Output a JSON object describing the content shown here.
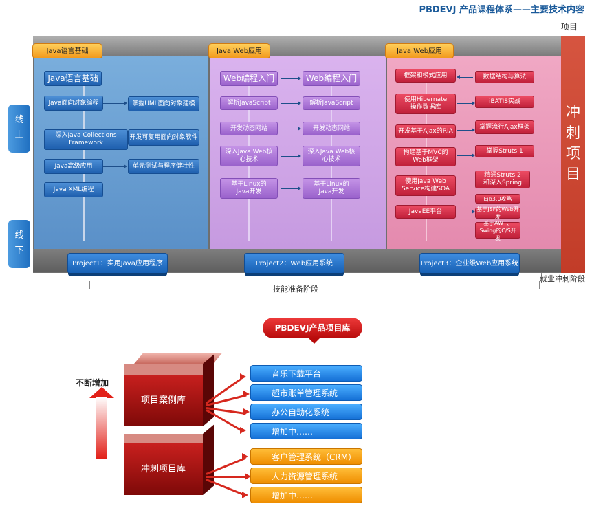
{
  "header": {
    "title": "PBDEVJ 产品课程体系——主要技术内容",
    "column_label": "项目"
  },
  "tabs": [
    "Java语言基础",
    "Java Web应用",
    "Java Web应用"
  ],
  "side_labels": {
    "online": "线上",
    "offline": "线下"
  },
  "sprint": {
    "label": "冲刺项目",
    "stage": "就业冲刺阶段"
  },
  "stage_label": "技能准备阶段",
  "col1": {
    "main": [
      "Java语言基础",
      "Java面向对象编程",
      "深入Java Collections Framework",
      "Java高级应用",
      "Java XML编程"
    ],
    "side": [
      "掌握UML面向对象建模",
      "开发可复用面向对象软件",
      "单元测试与程序健壮性"
    ]
  },
  "col2": {
    "left": [
      "Web编程入门",
      "解析JavaScript",
      "开发动态网站",
      "深入Java Web核心技术",
      "基于Linux的Java开发"
    ],
    "right": [
      "Web编程入门",
      "解析JavaScript",
      "开发动态网站",
      "深入Java Web核心技术",
      "基于Linux的Java开发"
    ]
  },
  "col3": {
    "main": [
      "框架和模式应用",
      "使用Hibernate操作数据库",
      "开发基于Ajax的RIA",
      "构建基于MVC的Web框架",
      "使用Java Web Service构建SOA",
      "JavaEE平台"
    ],
    "side": [
      "数据结构与算法",
      "iBATIS实战",
      "掌握流行Ajax框架",
      "掌握Struts 1",
      "精通Struts 2和深入Spring",
      "Ejb3.0攻略",
      "基于JSF的Web开发",
      "基于AWT、Swing的C/S开发"
    ]
  },
  "projects": [
    "Project1：实用Java应用程序",
    "Project2：Web应用系统",
    "Project3：企业级Web应用系统"
  ],
  "library": {
    "title": "PBDEVJ产品项目库",
    "growth": "不断增加",
    "case_lib": "项目案例库",
    "sprint_lib": "冲刺项目库",
    "case_items": [
      "音乐下载平台",
      "超市账单管理系统",
      "办公自动化系统",
      "增加中……"
    ],
    "sprint_items": [
      "客户管理系统（CRM）",
      "人力资源管理系统",
      "增加中……"
    ],
    "colors": {
      "case": "#1570d6",
      "sprint": "#ef8e00",
      "accent": "#c23c28"
    }
  }
}
